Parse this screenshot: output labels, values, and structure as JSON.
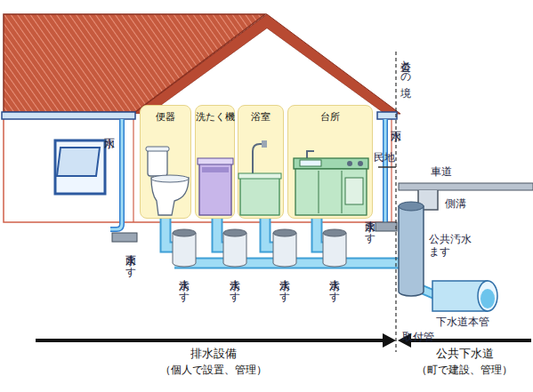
{
  "diagram": {
    "nodes": [
      {
        "text": [
          "便器"
        ]
      },
      {
        "text": [
          "洗たく機"
        ]
      },
      {
        "text": [
          "浴室"
        ]
      },
      {
        "text": [
          "台所"
        ]
      }
    ],
    "labels": [
      "雨水",
      "雨水ます",
      "汚水ます",
      "汚水ます",
      "汚水ます",
      "汚水ます",
      "雨水ます",
      "雨水",
      "公道との境",
      "民地",
      "車道",
      "側溝",
      "公共汚水ます",
      "下水道本管",
      "取付管",
      "排水設備",
      "（個人で設置、管理）",
      "公共下水道",
      "（町で建設、管理）"
    ]
  }
}
